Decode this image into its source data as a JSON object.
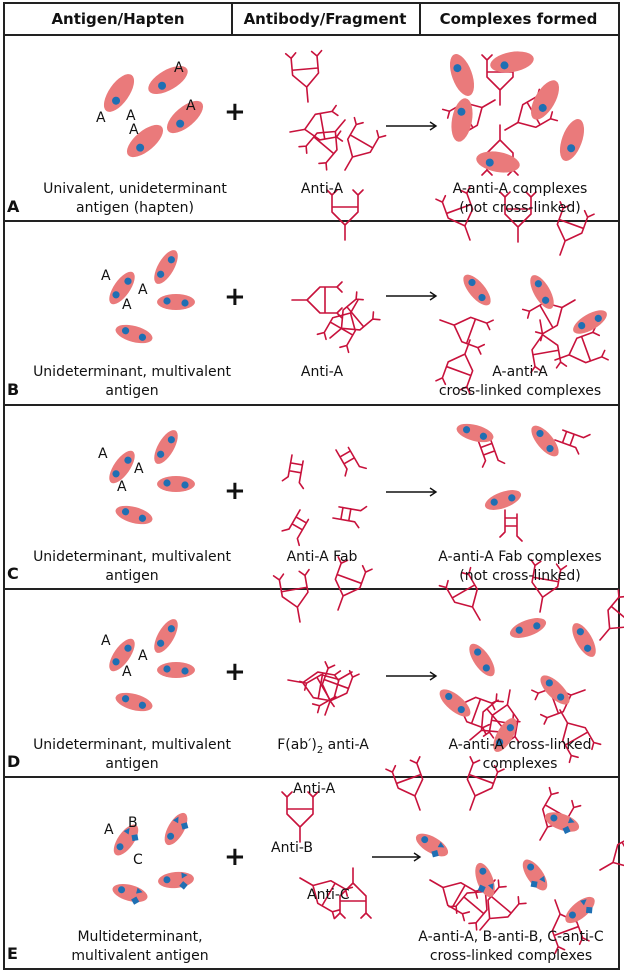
{
  "header": {
    "col1": "Antigen/Hapten",
    "col2": "Antibody/Fragment",
    "col3": "Complexes formed"
  },
  "panels": [
    {
      "letter": "A",
      "antigen_caption": [
        "Univalent, unideterminant",
        "antigen (hapten)"
      ],
      "antibody_caption": "Anti-A",
      "complex_caption": [
        "A-anti-A complexes",
        "(not cross-linked)"
      ]
    },
    {
      "letter": "B",
      "antigen_caption": [
        "Unideterminant, multivalent",
        "antigen"
      ],
      "antibody_caption": "Anti-A",
      "complex_caption": [
        "A-anti-A",
        "cross-linked complexes"
      ]
    },
    {
      "letter": "C",
      "antigen_caption": [
        "Unideterminant, multivalent",
        "antigen"
      ],
      "antibody_caption": "Anti-A Fab",
      "complex_caption": [
        "A-anti-A Fab complexes",
        "(not cross-linked)"
      ]
    },
    {
      "letter": "D",
      "antigen_caption": [
        "Unideterminant, multivalent",
        "antigen"
      ],
      "antibody_caption_pre": "F(ab′)",
      "antibody_caption_sub": "2",
      "antibody_caption_post": " anti-A",
      "complex_caption": [
        "A-anti-A cross-linked",
        "complexes"
      ]
    },
    {
      "letter": "E",
      "antigen_caption": [
        "Multideterminant,",
        "multivalent antigen"
      ],
      "antibody_caption": "",
      "complex_caption": [
        "A-anti-A, B-anti-B, C-anti-C",
        "cross-linked complexes"
      ]
    }
  ],
  "determinant_labels": {
    "a": "A",
    "b": "B",
    "c": "C"
  },
  "antibody_labels_e": [
    "Anti-A",
    "Anti-B",
    "Anti-C"
  ],
  "symbols": {
    "plus": "+",
    "arrow": "→"
  },
  "colors": {
    "antigen": "#ea7a7b",
    "determinant": "#1f6fb3",
    "antibody": "#c8123c",
    "border": "#222222"
  }
}
